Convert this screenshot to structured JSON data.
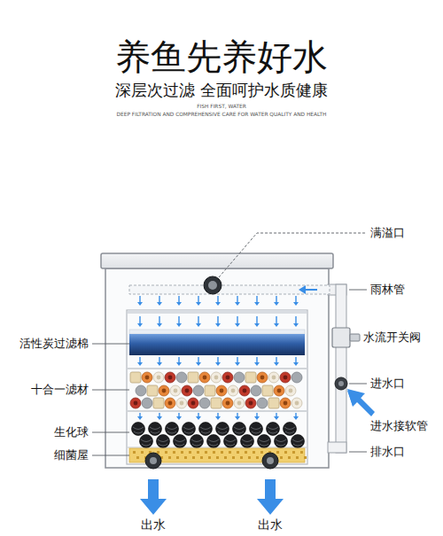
{
  "diagram": {
    "title": "养鱼先养好水",
    "labels": [
      "深层次过滤 全面呵护水质健康",
      "FISH FIRST, WATER",
      "DEEP FILTRATION AND COMPREHENSIVE CARE FOR WATER QUALITY AND HEALTH",
      "满溢口",
      "雨林管",
      "活性炭过滤棉",
      "水流开关阀",
      "十合一滤材",
      "进水口",
      "进水接软管",
      "生化球",
      "细菌屋",
      "排水口",
      "出水",
      "出水"
    ]
  }
}
